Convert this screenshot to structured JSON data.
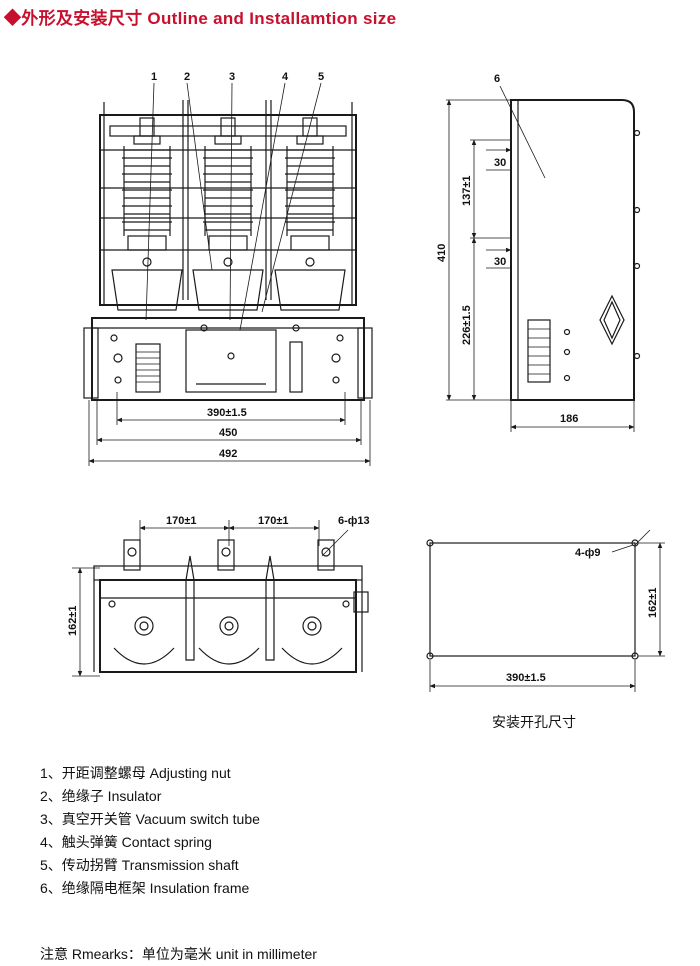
{
  "title": "◆外形及安装尺寸 Outline and Installamtion size",
  "front_view": {
    "callouts": [
      "1",
      "2",
      "3",
      "4",
      "5"
    ],
    "dims": {
      "inner": "390±1.5",
      "middle": "450",
      "overall": "492"
    }
  },
  "side_view": {
    "callout": "6",
    "dims": {
      "height": "410",
      "upper": "137±1",
      "lower": "226±1.5",
      "tab_top": "30",
      "tab_bottom": "30",
      "depth": "186"
    }
  },
  "bottom_view": {
    "dims": {
      "pitch_left": "170±1",
      "pitch_right": "170±1",
      "holes": "6-ф13",
      "height": "162±1"
    }
  },
  "mounting_view": {
    "dims": {
      "holes": "4-ф9",
      "height": "162±1",
      "width": "390±1.5"
    },
    "caption": "安装开孔尺寸"
  },
  "legend": [
    "1、开距调整螺母 Adjusting nut",
    "2、绝缘子 Insulator",
    "3、真空开关管 Vacuum switch tube",
    "4、触头弹簧 Contact spring",
    "5、传动拐臂 Transmission shaft",
    "6、绝缘隔电框架 Insulation frame"
  ],
  "note": "注意 Rmearks：单位为毫米 unit in millimeter",
  "colors": {
    "title": "#c8102e",
    "line": "#1a1a1a"
  }
}
